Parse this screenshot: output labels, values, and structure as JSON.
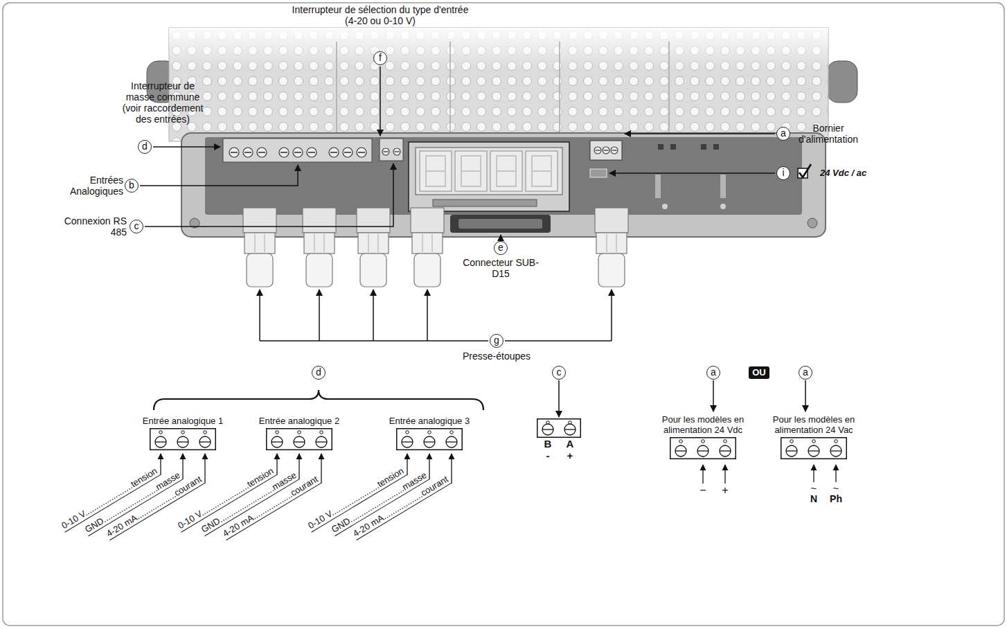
{
  "diagram": {
    "nodes": [
      {
        "text": [
          "f"
        ]
      },
      {
        "text": [
          "d"
        ]
      },
      {
        "text": [
          "a"
        ]
      },
      {
        "text": [
          "b"
        ]
      },
      {
        "text": [
          "i"
        ]
      },
      {
        "text": [
          "c"
        ]
      },
      {
        "text": [
          "e"
        ]
      },
      {
        "text": [
          "g"
        ]
      },
      {
        "text": [
          "d"
        ]
      },
      {
        "text": [
          "Entrée analogique 1"
        ]
      },
      {
        "text": [
          "Entrée analogique 2"
        ]
      },
      {
        "text": [
          "Entrée analogique 3"
        ]
      },
      {
        "text": [
          "c"
        ]
      },
      {
        "text": [
          "B",
          "A",
          "-",
          "+"
        ]
      },
      {
        "text": [
          "a"
        ]
      },
      {
        "text": [
          "OU"
        ]
      },
      {
        "text": [
          "a"
        ]
      },
      {
        "text": [
          "Pour les modèles en alimentation 24 Vdc"
        ]
      },
      {
        "text": [
          "Pour les modèles en alimentation 24 Vac"
        ]
      }
    ],
    "edges": [
      {
        "from": 12,
        "to": 13,
        "arrow": "to"
      },
      {
        "from": 14,
        "to": 17,
        "arrow": "to"
      },
      {
        "from": 16,
        "to": 18,
        "arrow": "to"
      }
    ],
    "labels": [
      "Interrupteur de sélection du type d'entrée (4-20 ou 0-10 V)",
      "Interrupteur de masse commune (voir raccordement des entrées)",
      "Bornier d'alimentation",
      "Entrées Analogiques",
      "24 Vdc / ac",
      "Connexion RS 485",
      "Connecteur SUB-D15",
      "Presse-étoupes",
      "0-10 V......................tension",
      "GND.........................masse",
      "4-20 mA..................courant",
      "0-10 V......................tension",
      "GND.........................masse",
      "4-20 mA..................courant",
      "0-10 V......................tension",
      "GND.........................masse",
      "4-20 mA..................courant",
      "−",
      "+",
      "~",
      "N",
      "~",
      "Ph"
    ]
  }
}
